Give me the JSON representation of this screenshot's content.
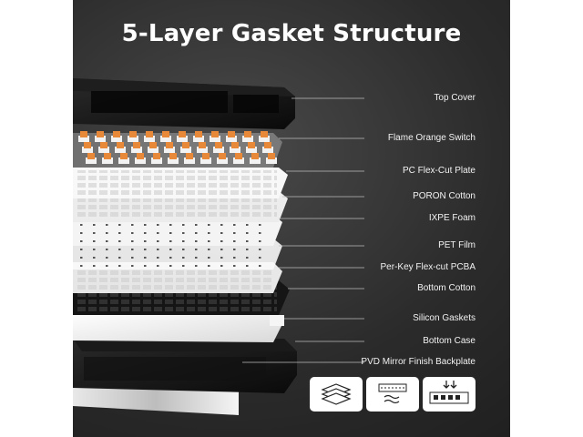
{
  "title": "5-Layer Gasket Structure",
  "layers": [
    {
      "label": "Top Cover"
    },
    {
      "label": "Flame Orange Switch"
    },
    {
      "label": "PC Flex-Cut Plate"
    },
    {
      "label": "PORON Cotton"
    },
    {
      "label": "IXPE Foam"
    },
    {
      "label": "PET Film"
    },
    {
      "label": "Per-Key Flex-cut PCBA"
    },
    {
      "label": "Bottom Cotton"
    },
    {
      "label": "Silicon Gaskets"
    },
    {
      "label": "Bottom Case"
    },
    {
      "label": "PVD Mirror Finish Backplate"
    }
  ],
  "badges": [
    {
      "icon": "layers-icon"
    },
    {
      "icon": "sound-dampening-icon"
    },
    {
      "icon": "key-press-icon"
    }
  ],
  "colors": {
    "background": "#2b2b2b",
    "switch": "#e8893a",
    "text": "#ffffff"
  }
}
